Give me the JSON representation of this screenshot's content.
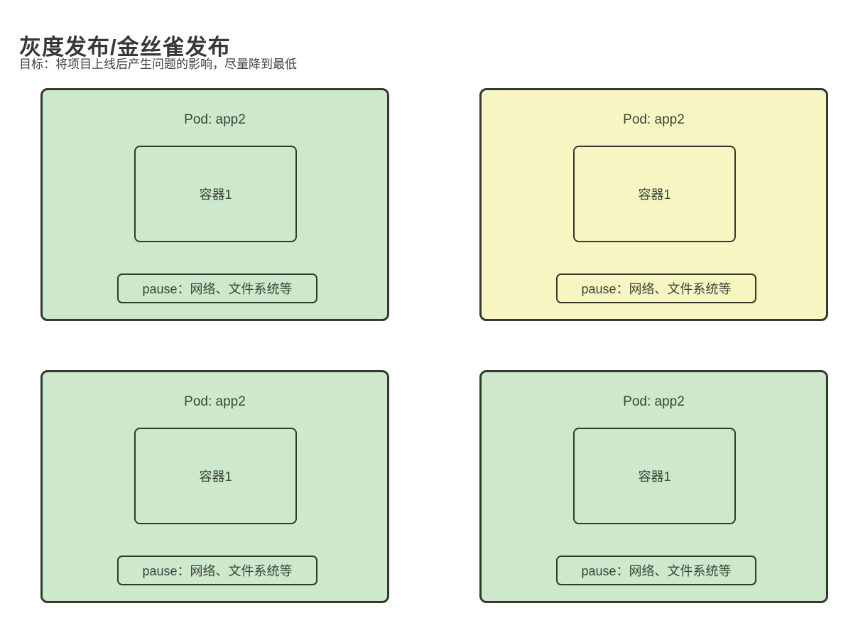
{
  "page": {
    "title": "灰度发布/金丝雀发布",
    "subtitle": "目标：将项目上线后产生问题的影响，尽量降到最低"
  },
  "colors": {
    "pod_green": "#cde8cb",
    "pod_yellow": "#f7f6c2",
    "border_dark": "#333a2f",
    "text_dark": "#3a443a"
  },
  "pods": [
    {
      "variant": "green",
      "label": "Pod: app2",
      "container_label": "容器1",
      "pause_label": "pause：网络、文件系统等"
    },
    {
      "variant": "yellow",
      "label": "Pod: app2",
      "container_label": "容器1",
      "pause_label": "pause：网络、文件系统等"
    },
    {
      "variant": "green",
      "label": "Pod: app2",
      "container_label": "容器1",
      "pause_label": "pause：网络、文件系统等"
    },
    {
      "variant": "green",
      "label": "Pod: app2",
      "container_label": "容器1",
      "pause_label": "pause：网络、文件系统等"
    }
  ]
}
